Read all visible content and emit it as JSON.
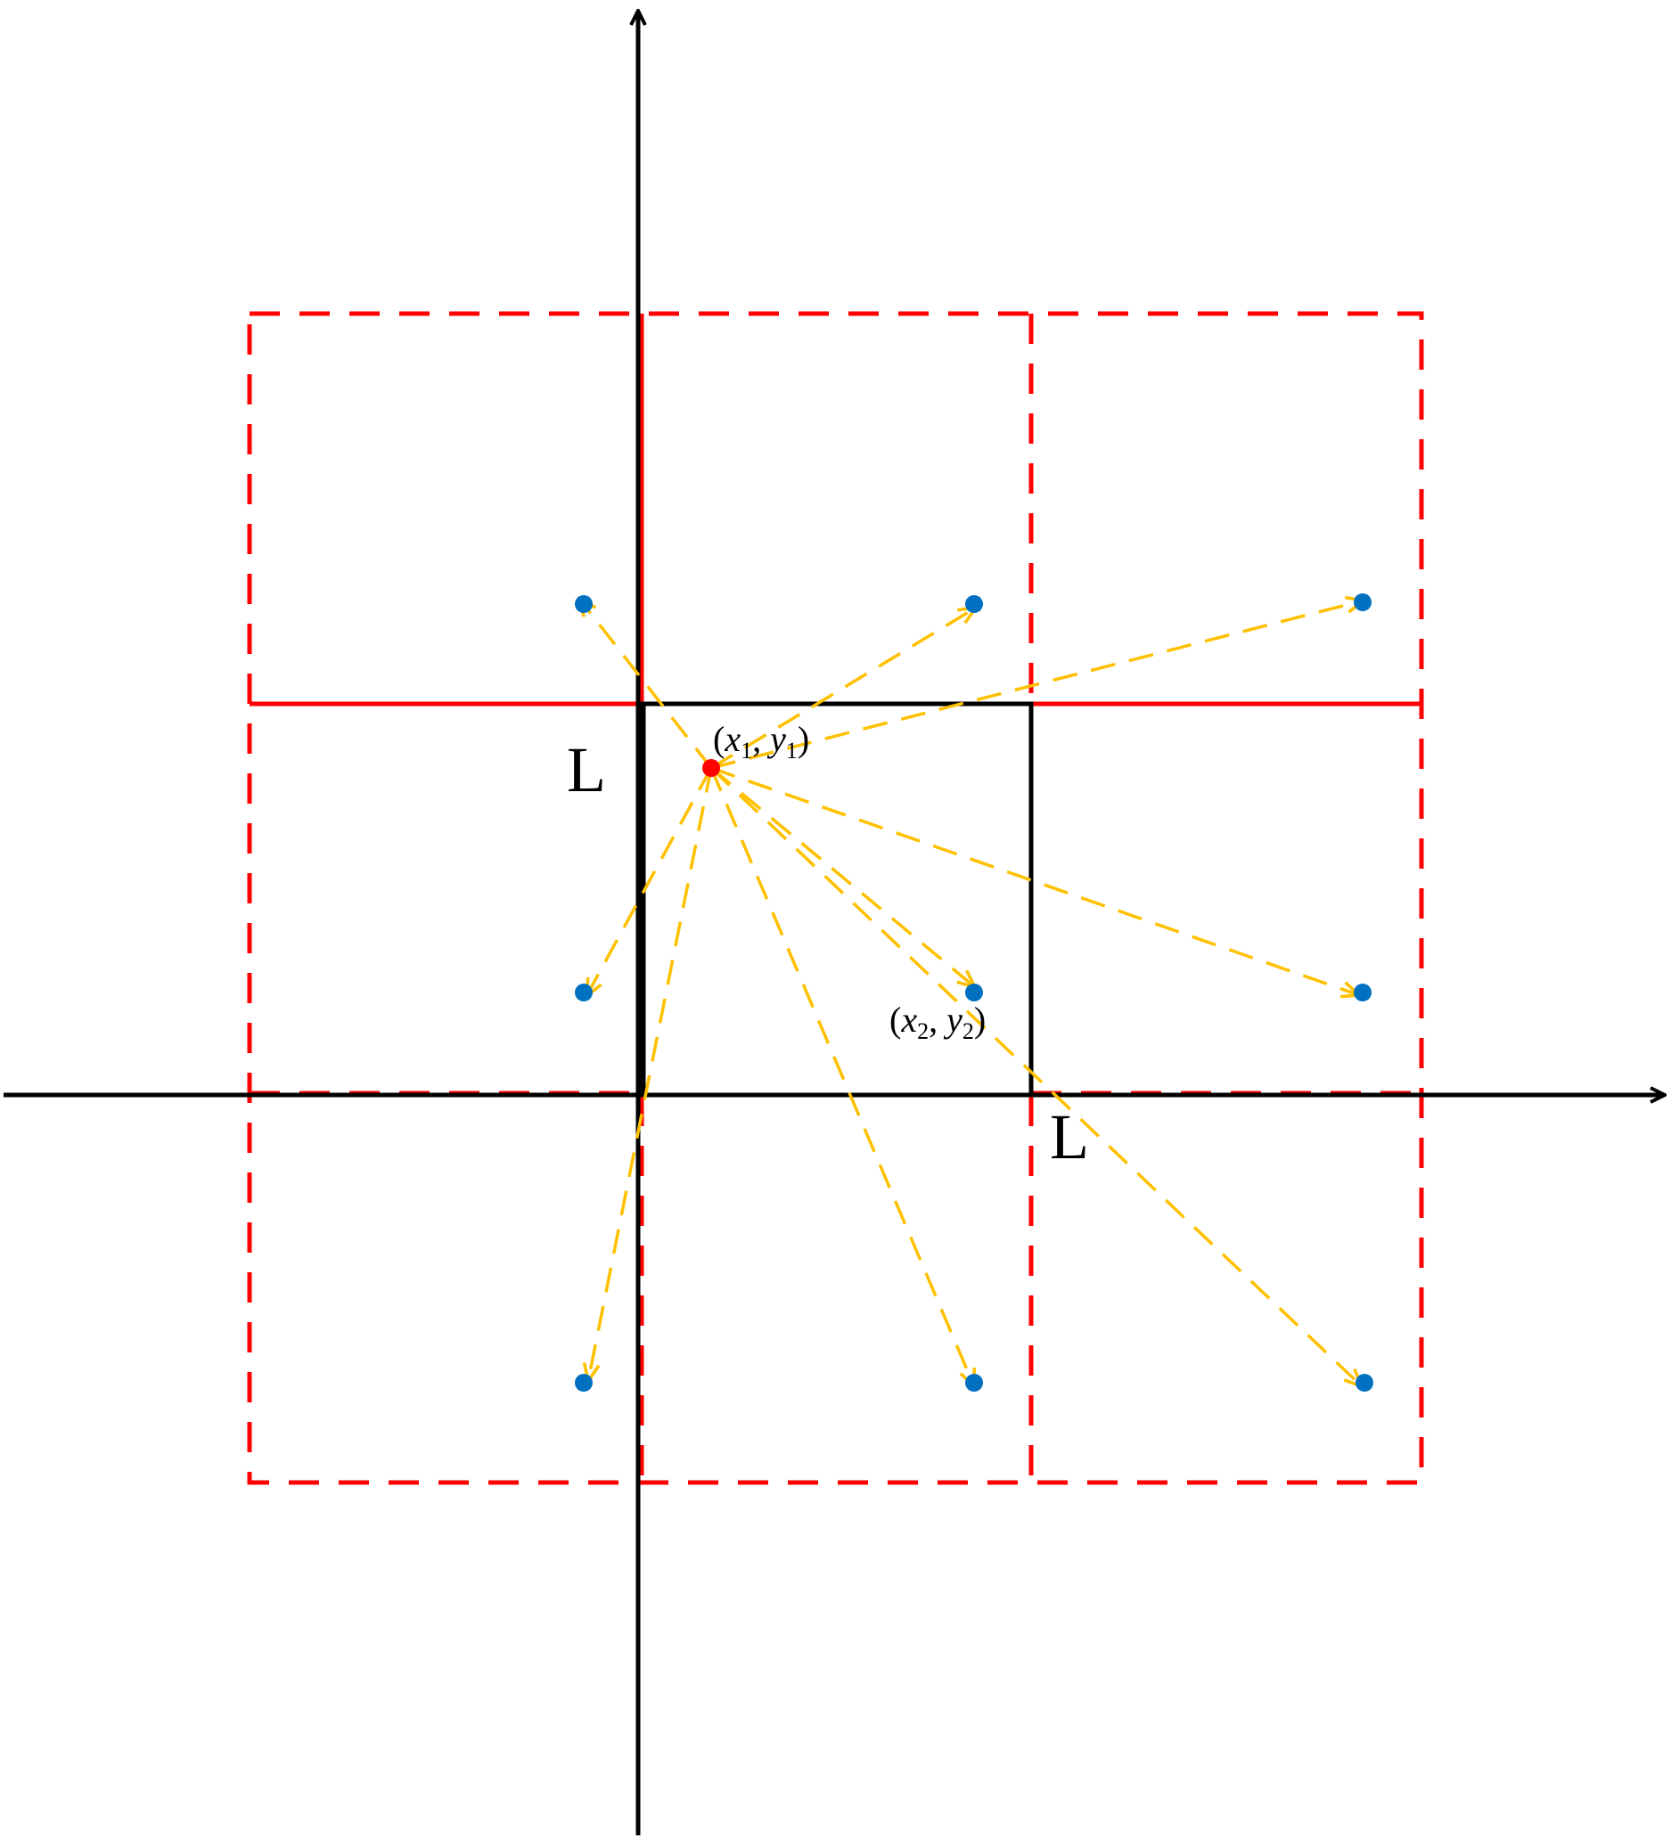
{
  "labels": {
    "side_left": "L",
    "side_bottom": "L"
  },
  "points": {
    "p1": {
      "open": "(",
      "x": "x",
      "x_sub": "1",
      "comma": ", ",
      "y": "y",
      "y_sub": "1",
      "close": ")"
    },
    "p2": {
      "open": "(",
      "x": "x",
      "x_sub": "2",
      "comma": ", ",
      "y": "y",
      "y_sub": "2",
      "close": ")"
    }
  },
  "colors": {
    "axis": "#000000",
    "central_cell": "#000000",
    "image_cells": "#ff0000",
    "arrows": "#ffc000",
    "image_points": "#0070c0",
    "source_point": "#ff0000"
  }
}
